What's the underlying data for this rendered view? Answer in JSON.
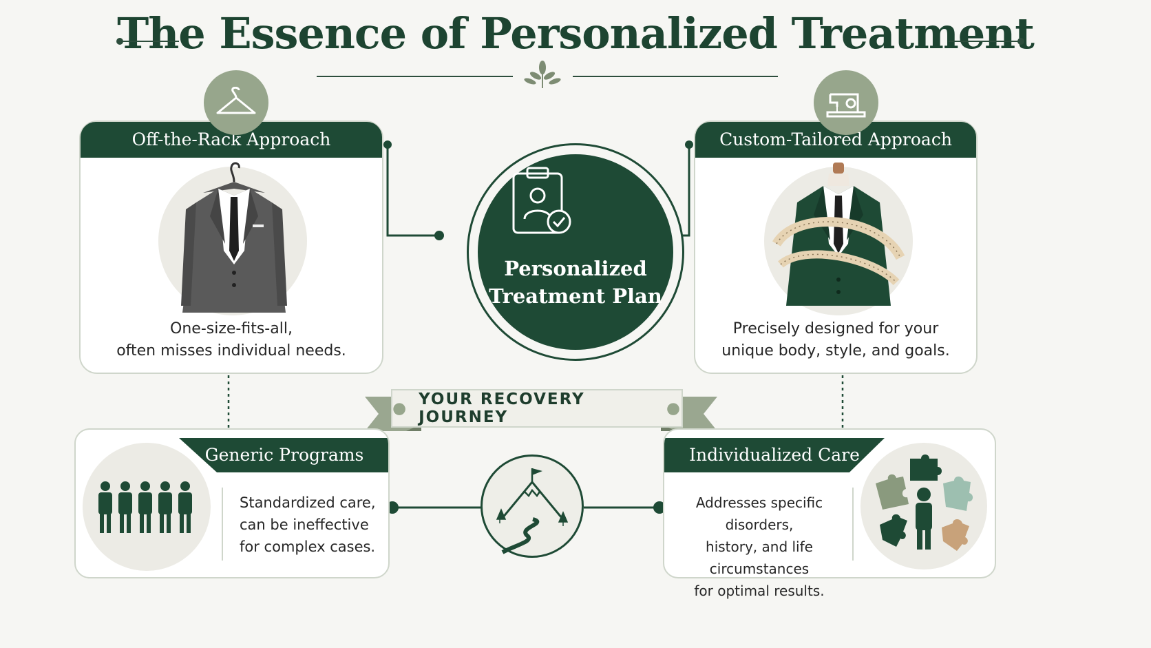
{
  "title": "The Essence of Personalized Treatment",
  "colors": {
    "primary": "#1e4a35",
    "sage": "#97a68c",
    "background": "#f6f6f3"
  },
  "left_card": {
    "header": "Off-the-Rack Approach",
    "icon": "hanger-icon",
    "image": "gray-suit-on-hanger",
    "desc_line1": "One-size-fits-all,",
    "desc_line2": "often misses individual needs."
  },
  "right_card": {
    "header": "Custom-Tailored Approach",
    "icon": "sewing-machine-icon",
    "image": "green-suit-on-mannequin-with-tape-measure",
    "desc_line1": "Precisely designed for your",
    "desc_line2": "unique body, style, and goals."
  },
  "center": {
    "icon": "clipboard-person-check-icon",
    "line1": "Personalized",
    "line2": "Treatment Plan"
  },
  "ribbon": {
    "label": "YOUR RECOVERY JOURNEY"
  },
  "bottom_left": {
    "header": "Generic Programs",
    "icon": "group-of-people-icon",
    "desc_line1": "Standardized care,",
    "desc_line2": "can be ineffective",
    "desc_line3": "for complex cases."
  },
  "bottom_right": {
    "header": "Individualized Care",
    "icon": "person-with-puzzle-pieces-icon",
    "desc_line1": "Addresses specific disorders,",
    "desc_line2": "history, and life circumstances",
    "desc_line3": "for optimal results."
  },
  "journey": {
    "icon": "mountain-path-flag-icon"
  }
}
